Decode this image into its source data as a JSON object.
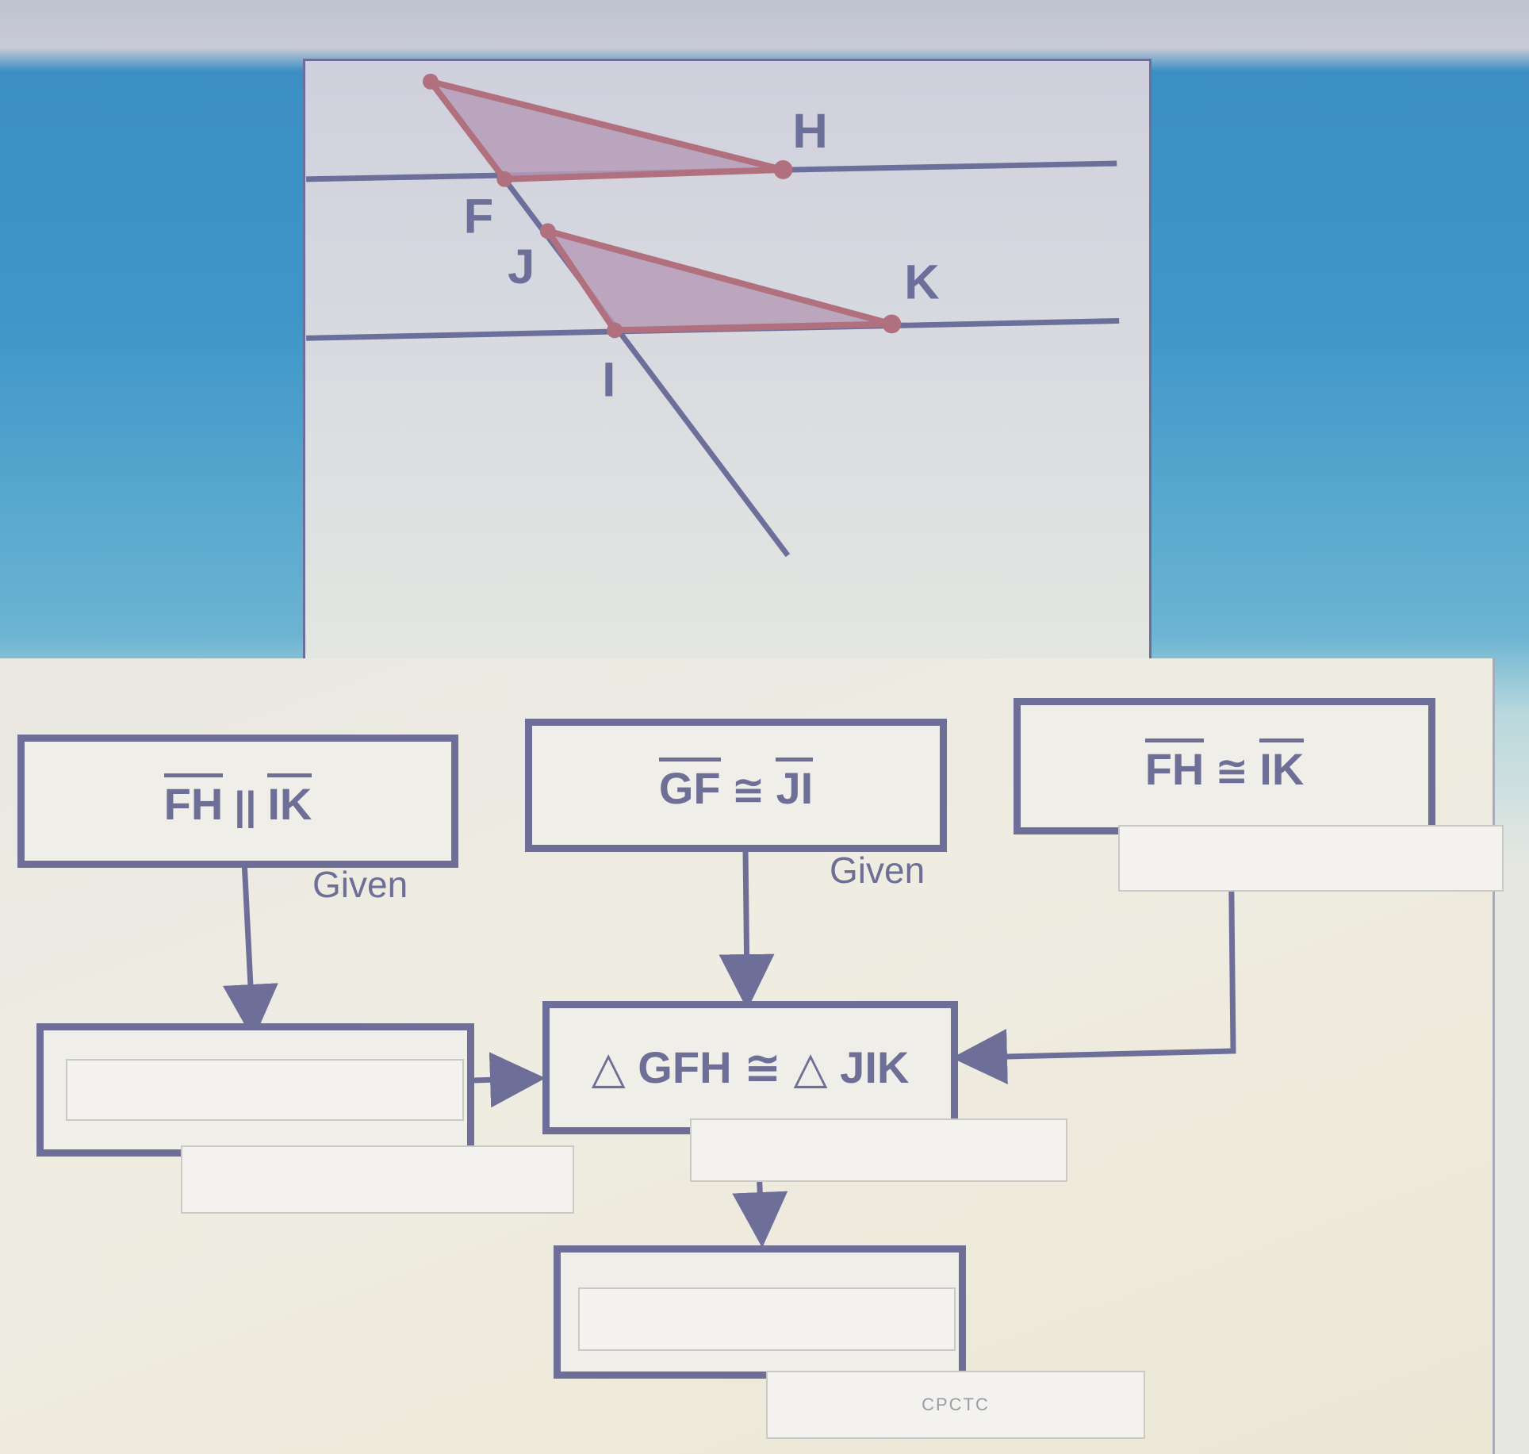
{
  "figure": {
    "points": [
      "H",
      "F",
      "J",
      "K",
      "I"
    ]
  },
  "proof": {
    "statement_1": {
      "left": "FH",
      "relation": "||",
      "right": "IK"
    },
    "reason_1": "Given",
    "statement_2": {
      "left": "GF",
      "relation": "≅",
      "right": "JI"
    },
    "reason_2": "Given",
    "statement_3": {
      "left": "FH",
      "relation": "≅",
      "right": "IK"
    },
    "reason_3": "",
    "statement_4": "",
    "reason_4": "",
    "statement_5": "△ GFH ≅ △ JIK",
    "reason_5": "",
    "statement_6": "",
    "reason_6": "CPCTC"
  },
  "colors": {
    "line": "#6c6f9a",
    "triangle_fill": "#b79cb9",
    "triangle_edge": "#b0707e",
    "box_border": "#6d6f98",
    "text": "#6e6f96"
  }
}
